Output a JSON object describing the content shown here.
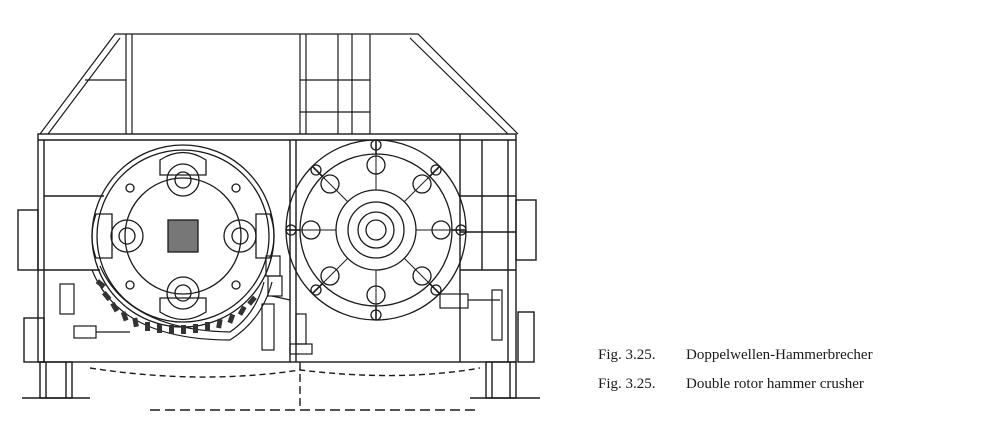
{
  "captions": [
    {
      "number": "Fig. 3.25.",
      "text": "Doppelwellen-Hammerbrecher"
    },
    {
      "number": "Fig. 3.25.",
      "text": "Double rotor hammer crusher"
    }
  ]
}
